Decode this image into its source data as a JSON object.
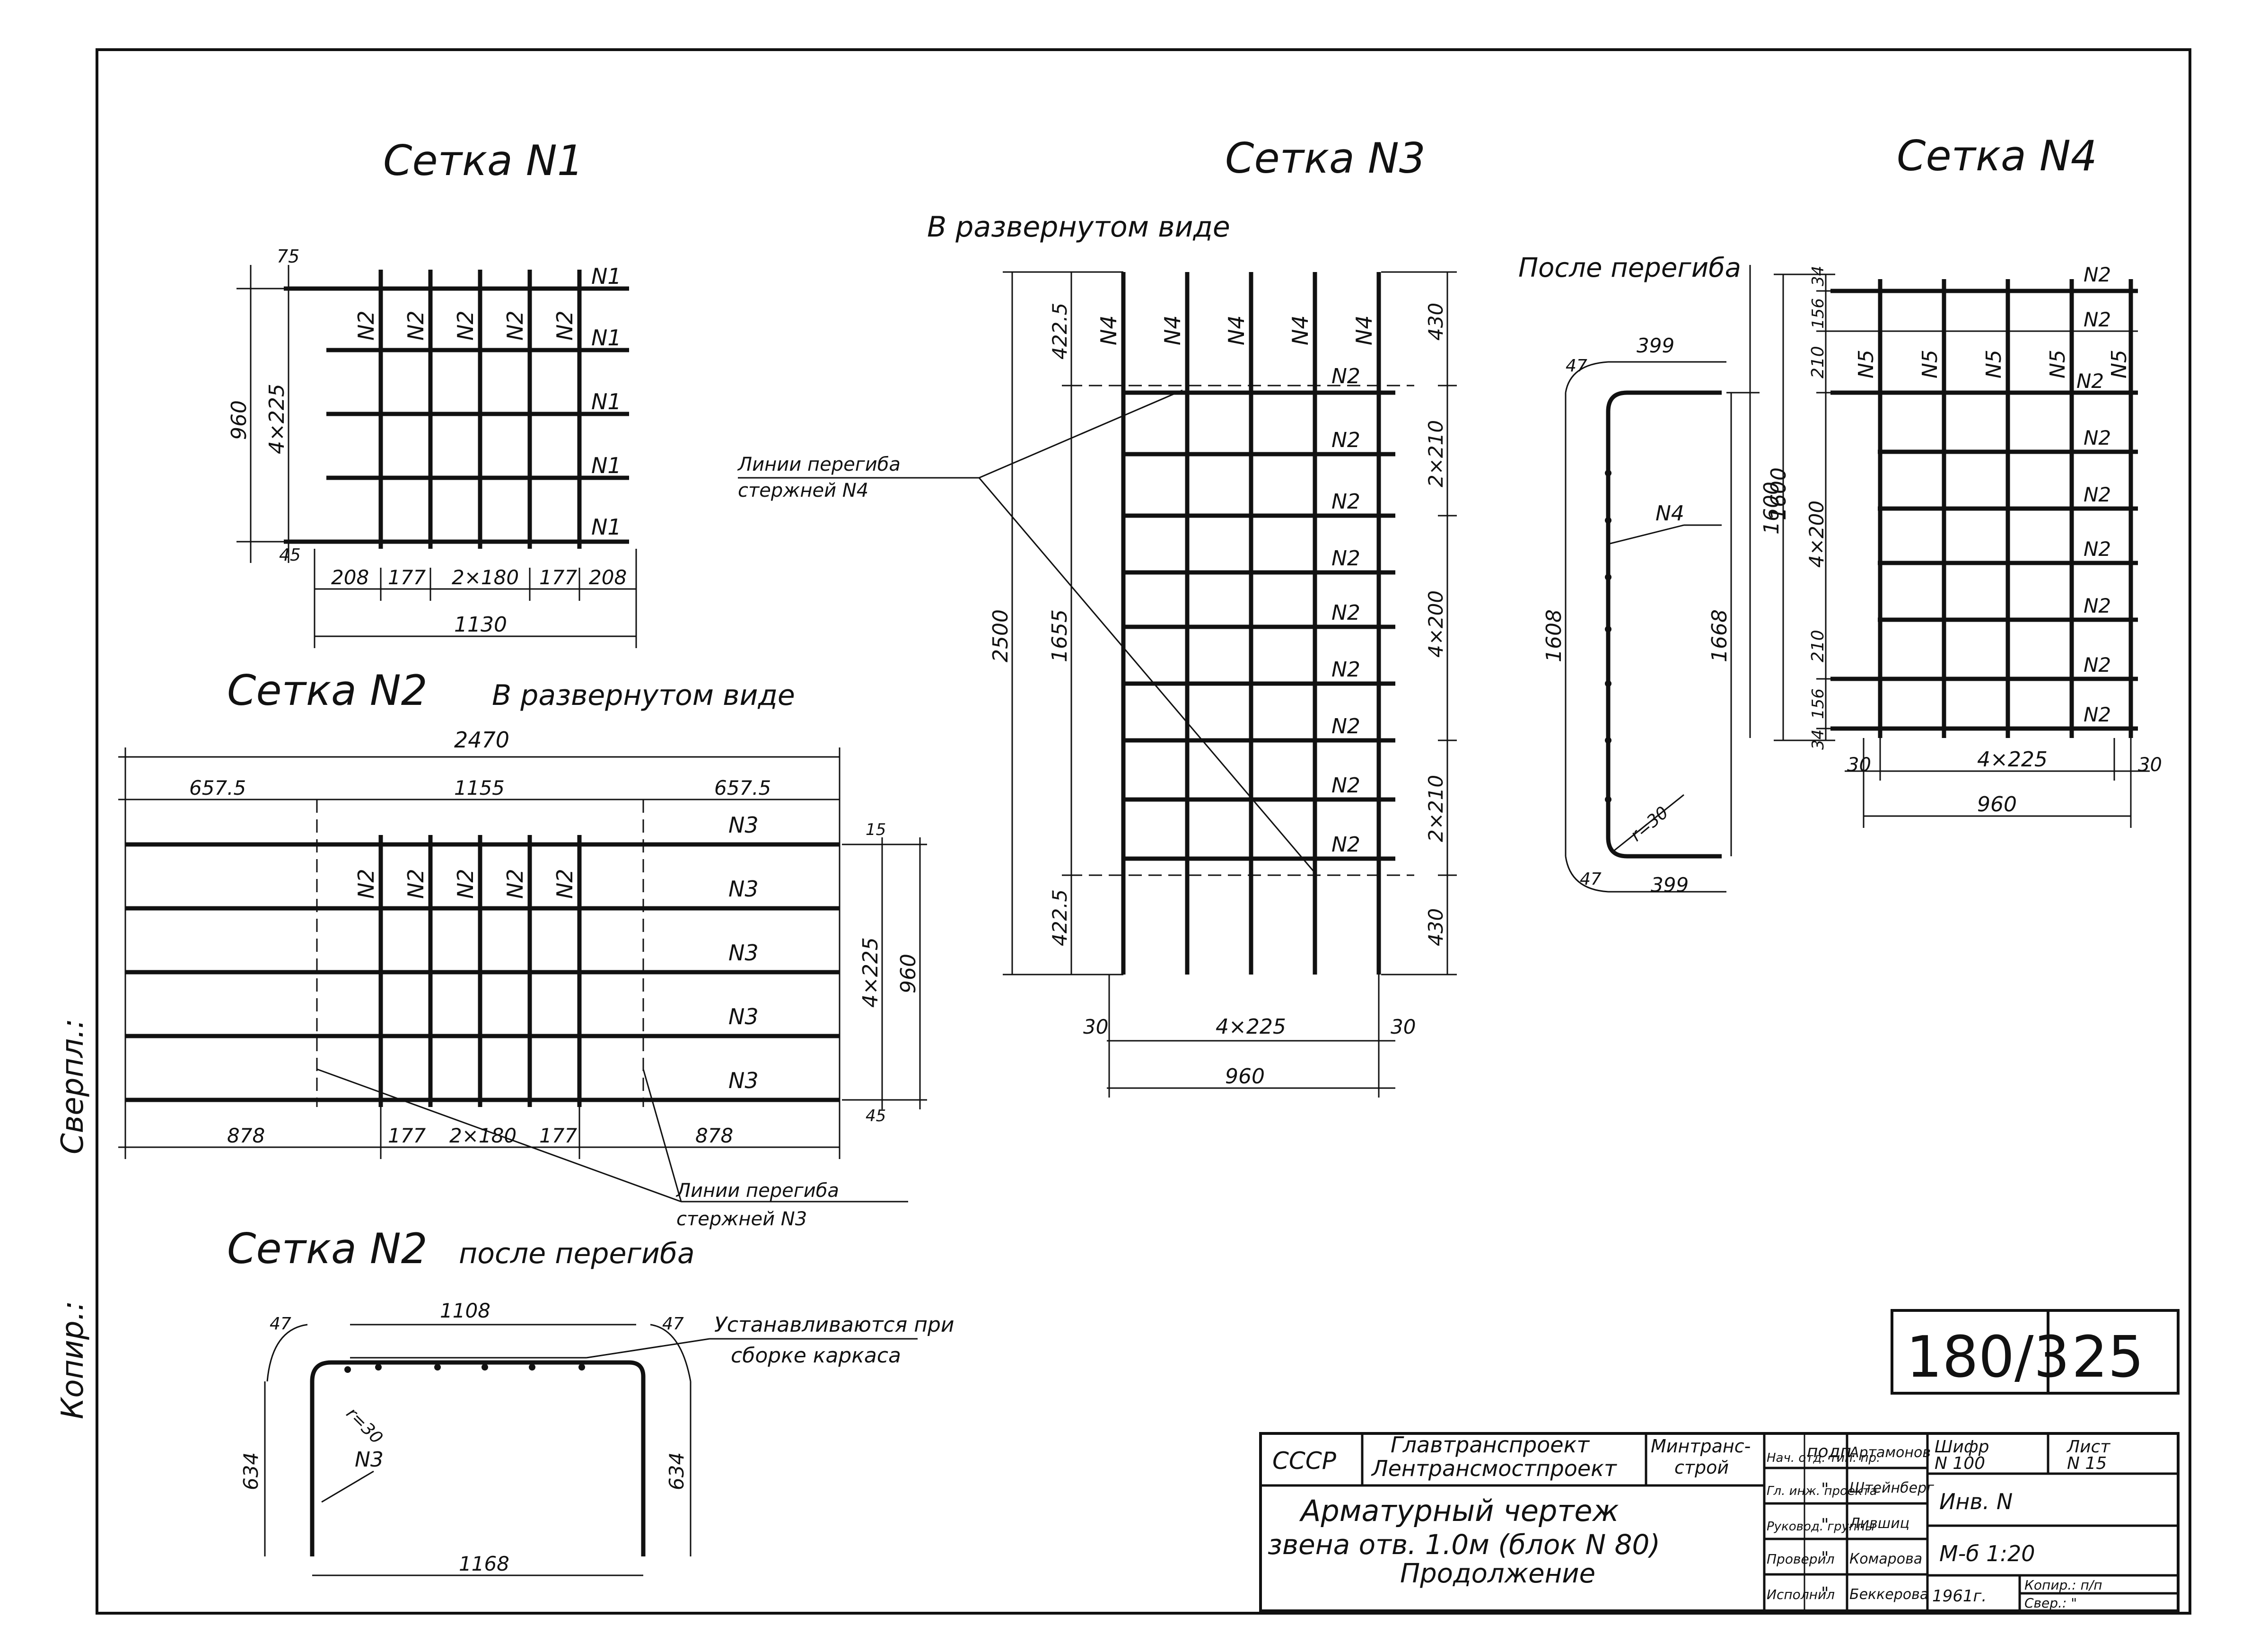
{
  "sheet": {
    "side_stamp": {
      "kopir_label": "Копир.:",
      "sverpl_label": "Сверпл.:"
    }
  },
  "setka1": {
    "title": "Сетка N1",
    "bar_h": "N1",
    "bar_v": "N2",
    "dims": {
      "top": "75",
      "spacing": "4×225",
      "total": "960",
      "bottom": "45",
      "s1": "208",
      "s2": "177",
      "s3": "2×180",
      "s4": "177",
      "s5": "208",
      "width": "1130"
    }
  },
  "setka2": {
    "title": "Сетка N2",
    "subtitle": "В развернутом виде",
    "bar_h": "N3",
    "bar_v": "N2",
    "dims": {
      "total": "2470",
      "left": "657.5",
      "mid": "1155",
      "right": "657.5",
      "top": "15",
      "spacing": "4×225",
      "height": "960",
      "bottom": "45",
      "b1": "878",
      "b2": "177",
      "b3": "2×180",
      "b4": "177",
      "b5": "878"
    },
    "fold_label_1": "Линии перегиба",
    "fold_label_2": "стержней N3"
  },
  "setka2_bent": {
    "title": "Сетка N2",
    "subtitle": "после перегиба",
    "note_1": "Устанавливаются при",
    "note_2": "сборке каркаса",
    "bar": "N3",
    "dims": {
      "top": "1108",
      "r_left": "47",
      "r_right": "47",
      "radius": "r=30",
      "h_left": "634",
      "h_right": "634",
      "bottom": "1168"
    }
  },
  "setka3": {
    "title": "Сетка N3",
    "subtitle": "В развернутом виде",
    "bar_h": "N2",
    "bar_v": "N4",
    "fold_label_1": "Линии перегиба",
    "fold_label_2": "стержней N4",
    "dims": {
      "top_left": "422.5",
      "bottom_left": "422.5",
      "total": "2500",
      "mid": "1655",
      "r1": "430",
      "r2": "2×210",
      "r3": "4×200",
      "r4": "2×210",
      "r5": "430",
      "w_left": "30",
      "spacing": "4×225",
      "w_right": "30",
      "width": "960"
    }
  },
  "posle": {
    "title": "После перегиба",
    "bar": "N4",
    "dims": {
      "top": "399",
      "r_top": "47",
      "left": "1608",
      "right": "1668",
      "overall": "1600",
      "radius": "r=30",
      "r_bottom": "47",
      "bottom": "399"
    }
  },
  "setka4": {
    "title": "Сетка N4",
    "bar_h": "N2",
    "bar_v": "N5",
    "dims": {
      "t1": "34",
      "t2": "156",
      "t3": "210",
      "spacing": "4×200",
      "b3": "210",
      "b2": "156",
      "b1": "34",
      "overall": "1600",
      "w_left": "30",
      "w_spacing": "4×225",
      "w_right": "30",
      "width": "960"
    }
  },
  "stamp": {
    "sheet_code": "180/3",
    "sheet_num": "25",
    "ussr": "СССР",
    "org1": "Главтранспроект",
    "org2": "Лентрансмостпроект",
    "ministry1": "Минтранс-",
    "ministry2": "строй",
    "title1": "Арматурный чертеж",
    "title2": "звена отв. 1.0м (блок N 80)",
    "title3": "Продолжение",
    "roles": [
      {
        "role": "Нач. отд. тип. пр.",
        "sign": "подп.",
        "name": "Артамонов"
      },
      {
        "role": "Гл. инж. проекта",
        "sign": "\"",
        "name": "Штейнберг"
      },
      {
        "role": "Руковод. группы",
        "sign": "\"",
        "name": "Лившиц"
      },
      {
        "role": "Проверил",
        "sign": "\"",
        "name": "Комарова"
      },
      {
        "role": "Исполнил",
        "sign": "\"",
        "name": "Беккерова"
      }
    ],
    "shifr_label": "Шифр",
    "shifr_value": "N 100",
    "list_label": "Лист",
    "list_value": "N 15",
    "inv": "Инв. N",
    "scale": "М-б 1:20",
    "year": "1961г.",
    "kopir": "Копир.: п/п",
    "sver": "Свер.: \""
  }
}
